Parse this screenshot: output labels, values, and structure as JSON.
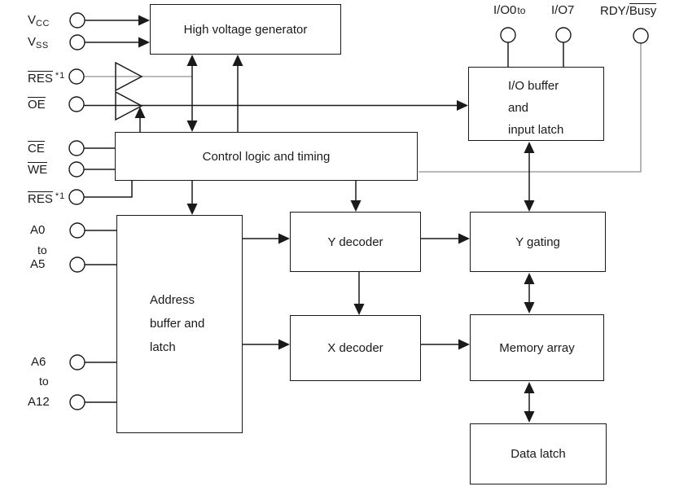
{
  "pins": {
    "vcc": {
      "base": "V",
      "sub": "CC"
    },
    "vss": {
      "base": "V",
      "sub": "SS"
    },
    "res_top": {
      "base": "RES",
      "note": "*1"
    },
    "oe": {
      "base": "OE"
    },
    "ce": {
      "base": "CE"
    },
    "we": {
      "base": "WE"
    },
    "res_bottom": {
      "base": "RES",
      "note": "*1"
    },
    "a0": {
      "label": "A0"
    },
    "a0_a5_to": {
      "label": "to"
    },
    "a5": {
      "label": "A5"
    },
    "a6": {
      "label": "A6"
    },
    "a6_a12_to": {
      "label": "to"
    },
    "a12": {
      "label": "A12"
    },
    "io0": {
      "label": "I/O0"
    },
    "io_range_to": {
      "label": "to"
    },
    "io7": {
      "label": "I/O7"
    },
    "rdy_busy": {
      "prefix": "RDY/",
      "overlined": "Busy"
    }
  },
  "blocks": {
    "high_voltage_generator": {
      "label": "High voltage generator"
    },
    "control_logic": {
      "label": "Control logic and timing"
    },
    "io_buffer": {
      "line1": "I/O buffer",
      "line2": "and",
      "line3": "input latch"
    },
    "address_buffer": {
      "line1": "Address",
      "line2": "buffer and",
      "line3": "latch"
    },
    "y_decoder": {
      "label": "Y decoder"
    },
    "y_gating": {
      "label": "Y gating"
    },
    "x_decoder": {
      "label": "X decoder"
    },
    "memory_array": {
      "label": "Memory array"
    },
    "data_latch": {
      "label": "Data latch"
    }
  },
  "colors": {
    "line": "#1a1a1a",
    "gray_line": "#a3a3a3",
    "background": "#ffffff",
    "text": "#1a1a1a"
  }
}
